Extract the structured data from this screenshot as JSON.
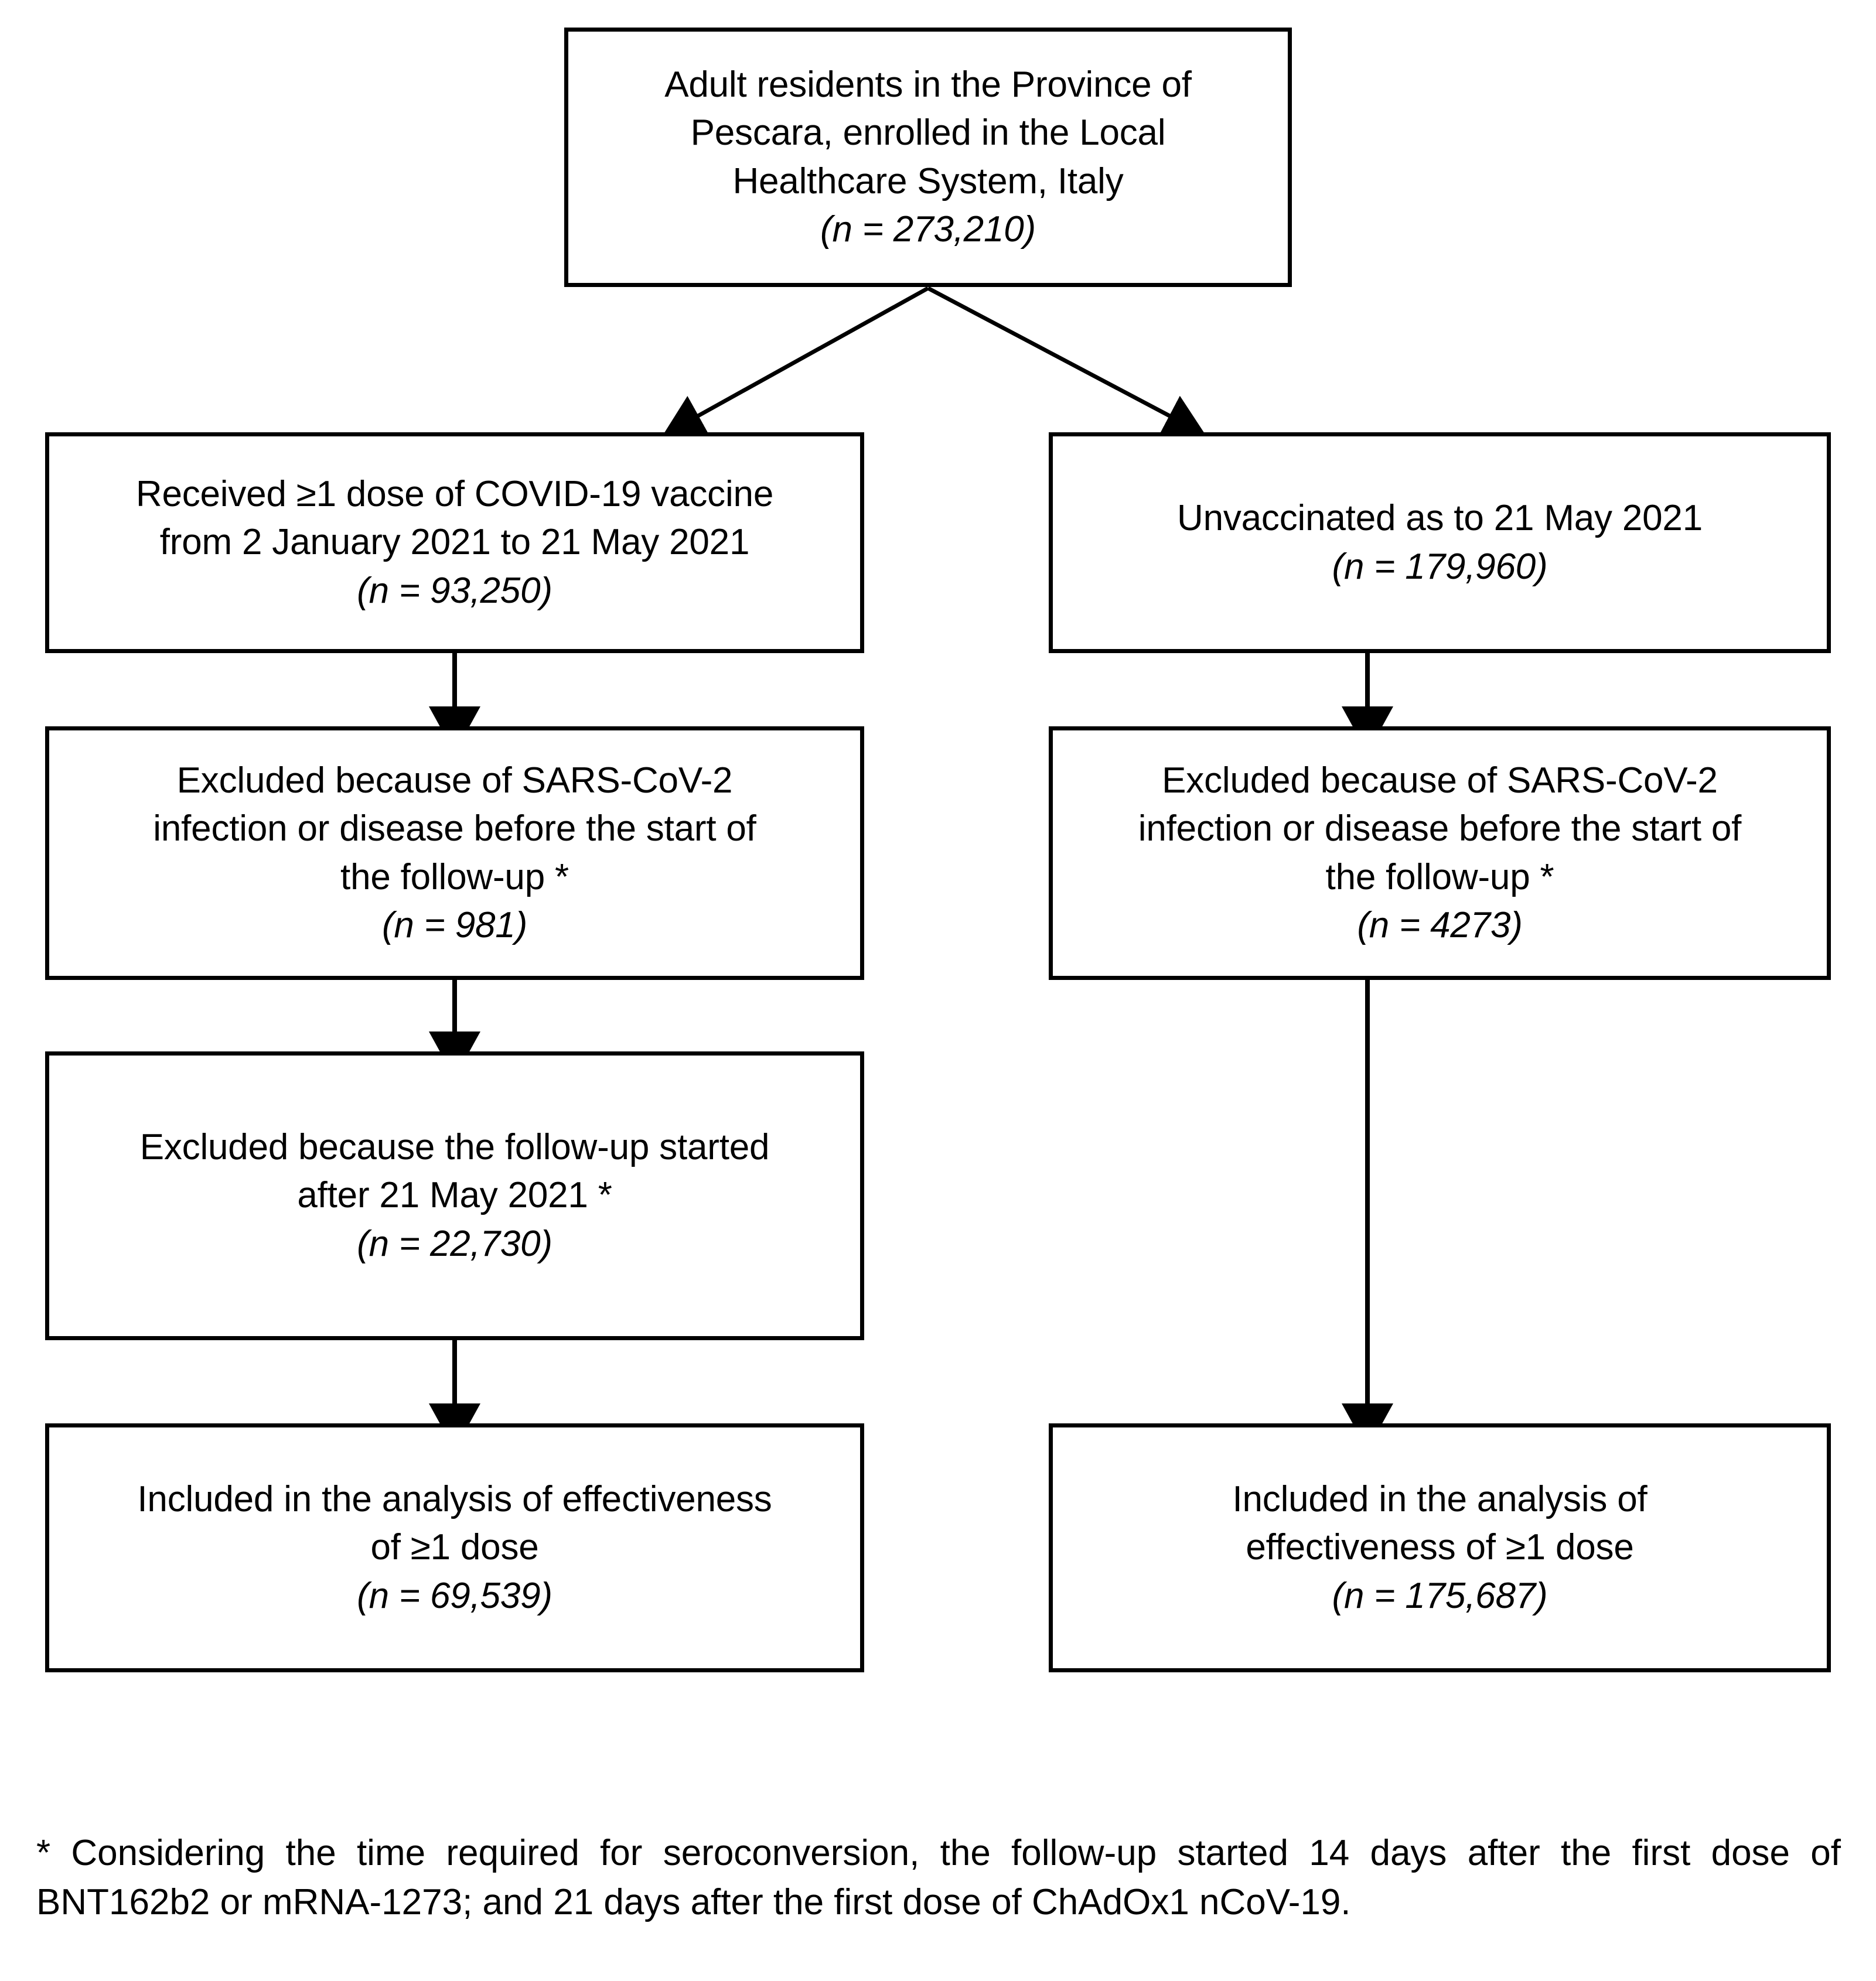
{
  "figure": {
    "type": "flow-diagram",
    "orientation": "top-down",
    "background_color": "#ffffff",
    "line_color": "#000000",
    "text_color": "#000000"
  },
  "nodes": {
    "root": {
      "id": "root",
      "label": "Adult residents in the Province of\nPescara, enrolled in the Local\nHealthcare System, Italy",
      "count_text": "(n = 273,210)",
      "count_value": 273210
    },
    "vaccinated": {
      "id": "vaccinated",
      "label": "Received ≥1 dose of COVID-19 vaccine\nfrom 2 January 2021 to 21 May 2021",
      "count_text": "(n = 93,250)",
      "count_value": 93250
    },
    "unvaccinated": {
      "id": "unvaccinated",
      "label": "Unvaccinated as to 21 May 2021",
      "count_text": "(n = 179,960)",
      "count_value": 179960
    },
    "excluded_vacc_infection": {
      "id": "excluded_vacc_infection",
      "label": "Excluded because of SARS-CoV-2\ninfection or disease before the start of\nthe follow-up *",
      "count_text": "(n = 981)",
      "count_value": 981
    },
    "excluded_unvacc_infection": {
      "id": "excluded_unvacc_infection",
      "label": "Excluded because of SARS-CoV-2\ninfection or disease before the start of\nthe follow-up *",
      "count_text": "(n = 4273)",
      "count_value": 4273
    },
    "excluded_vacc_late_followup": {
      "id": "excluded_vacc_late_followup",
      "label": "Excluded because the follow-up started\nafter 21 May 2021 *",
      "count_text": "(n = 22,730)",
      "count_value": 22730
    },
    "included_vaccinated": {
      "id": "included_vaccinated",
      "label": "Included in the analysis of effectiveness\nof ≥1 dose",
      "count_text": "(n = 69,539)",
      "count_value": 69539
    },
    "included_unvaccinated": {
      "id": "included_unvaccinated",
      "label": "Included in the analysis of\neffectiveness of ≥1 dose",
      "count_text": "(n = 175,687)",
      "count_value": 175687
    }
  },
  "edges": [
    {
      "from": "root",
      "to": "vaccinated",
      "style": "diagonal-arrow"
    },
    {
      "from": "root",
      "to": "unvaccinated",
      "style": "diagonal-arrow"
    },
    {
      "from": "vaccinated",
      "to": "excluded_vacc_infection",
      "style": "vertical-arrow"
    },
    {
      "from": "unvaccinated",
      "to": "excluded_unvacc_infection",
      "style": "vertical-arrow"
    },
    {
      "from": "excluded_vacc_infection",
      "to": "excluded_vacc_late_followup",
      "style": "vertical-arrow"
    },
    {
      "from": "excluded_unvacc_infection",
      "to": "included_unvaccinated",
      "style": "vertical-arrow"
    },
    {
      "from": "excluded_vacc_late_followup",
      "to": "included_vaccinated",
      "style": "vertical-arrow"
    }
  ],
  "footnote": {
    "marker": "*",
    "text": "* Considering the time required for seroconversion, the follow-up started 14 days after the first dose of BNT162b2 or mRNA-1273; and 21 days after the first dose of ChAdOx1 nCoV-19."
  }
}
